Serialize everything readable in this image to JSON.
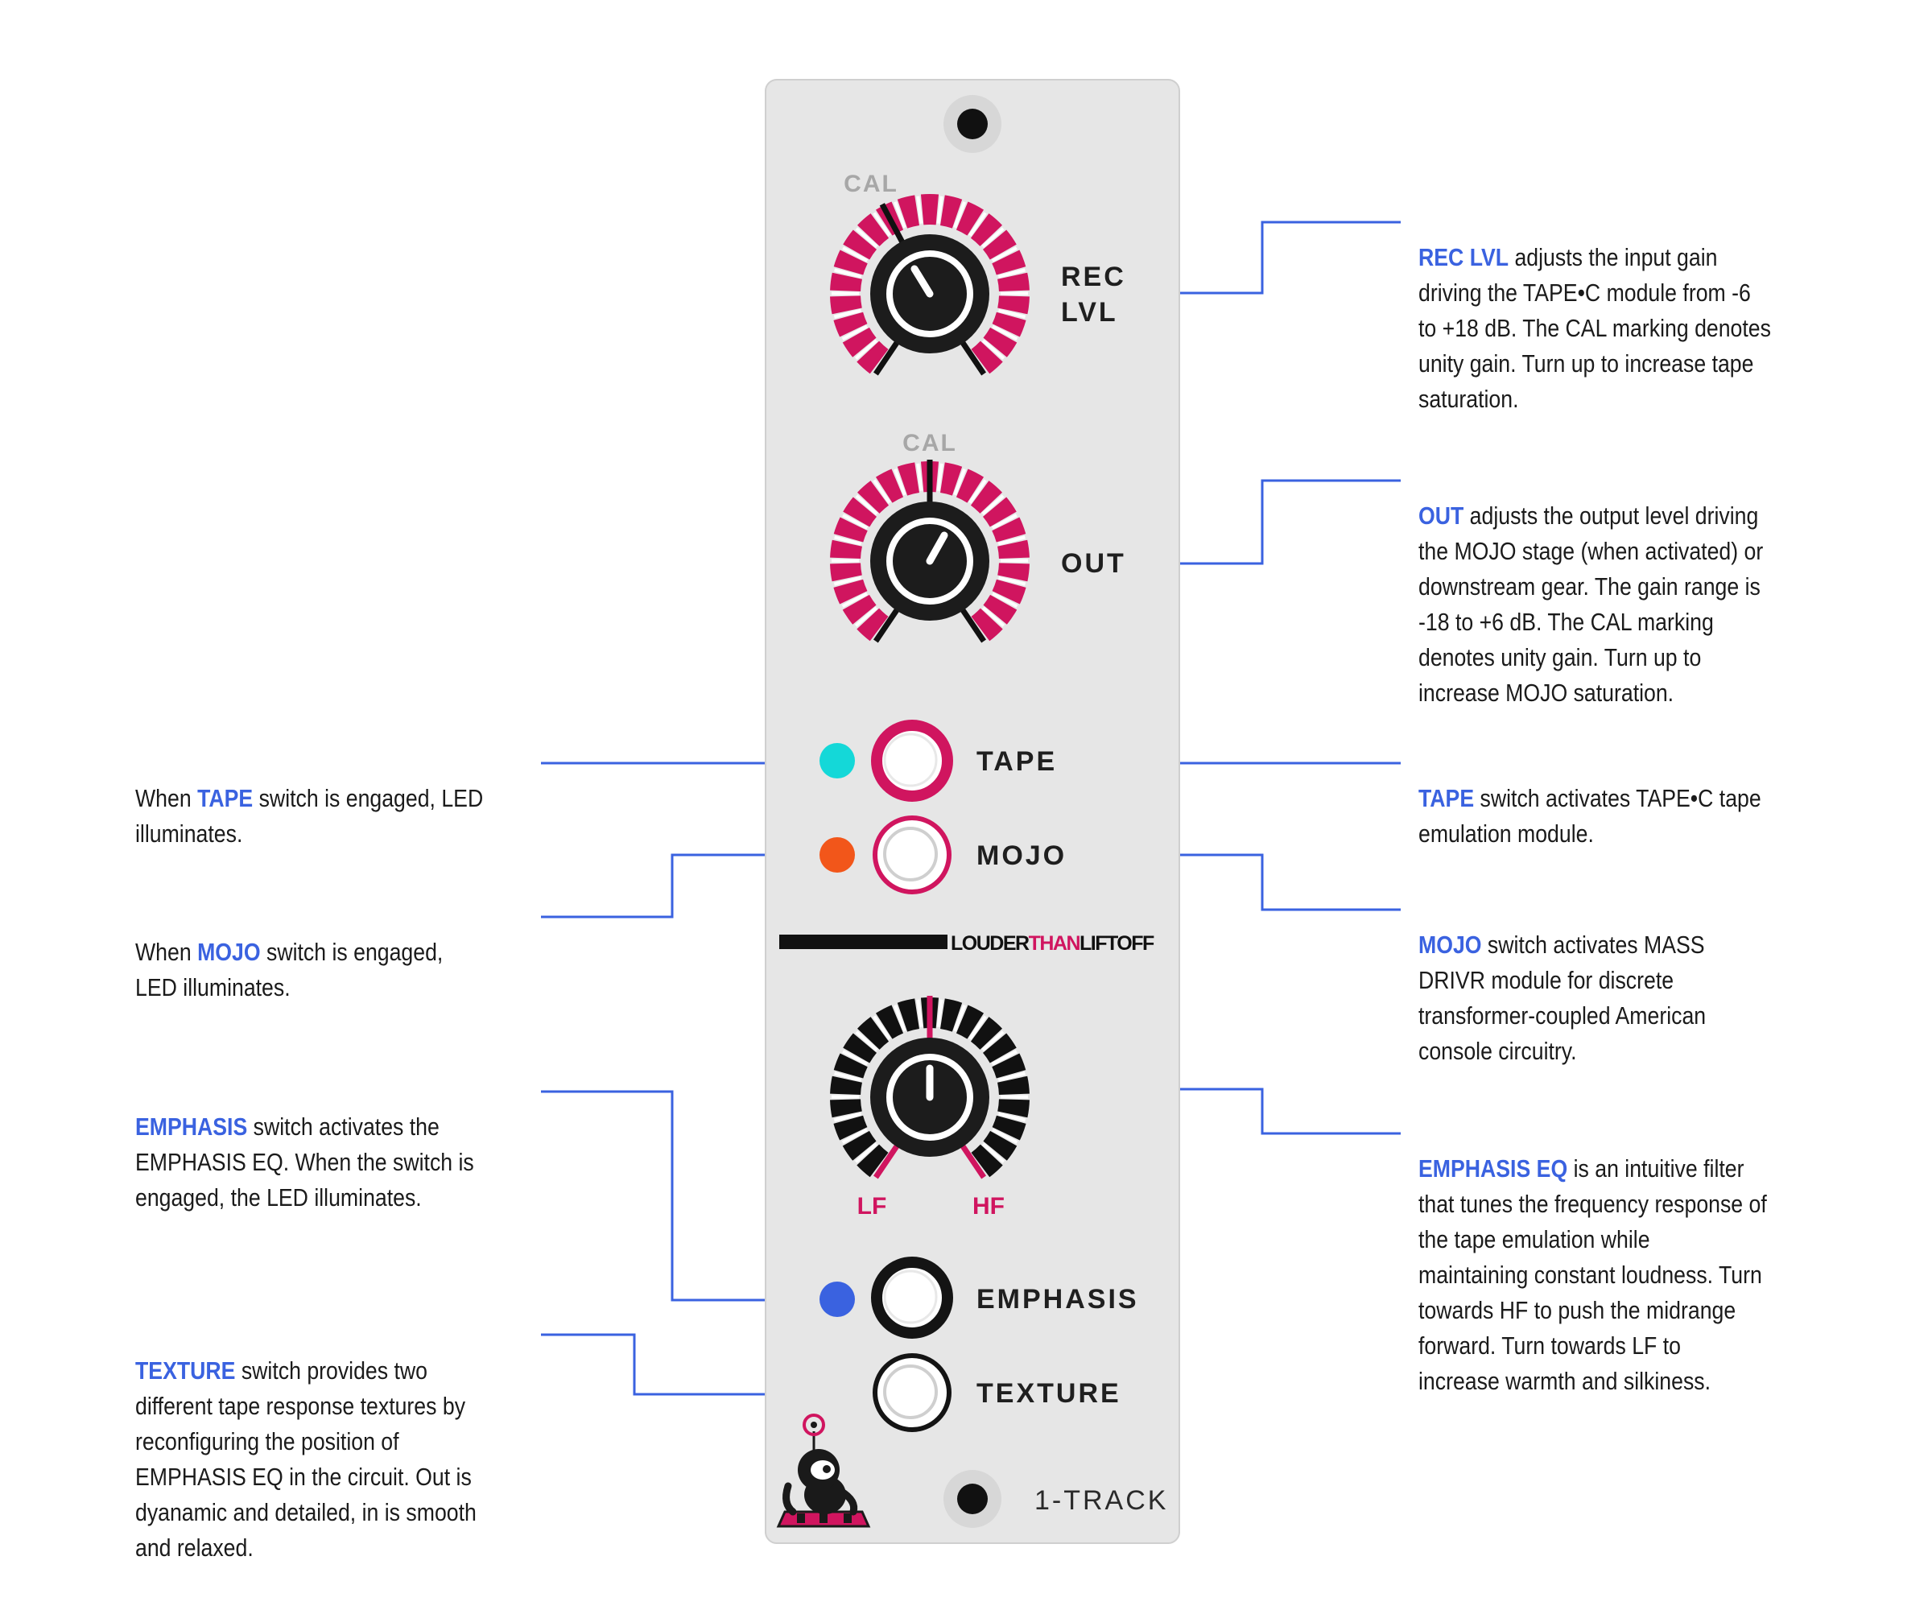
{
  "colors": {
    "accent_blue": "#3a62e0",
    "magenta": "#d0155f",
    "panel": "#e6e6e6",
    "knob": "#1c1c1c",
    "led_tape": "#14d8d8",
    "led_mojo": "#f2561a",
    "led_emphasis": "#3a62e0"
  },
  "panel": {
    "rec": {
      "cal": "CAL",
      "label1": "REC",
      "label2": "LVL"
    },
    "out": {
      "cal": "CAL",
      "label": "OUT"
    },
    "tape_label": "TAPE",
    "mojo_label": "MOJO",
    "brand": {
      "part1": "LOUDER",
      "part2": "THAN",
      "part3": "LIFTOFF"
    },
    "lf": "LF",
    "hf": "HF",
    "emphasis_label": "EMPHASIS",
    "texture_label": "TEXTURE",
    "model": "1-TRACK"
  },
  "annotations": {
    "rec_lvl": {
      "kw": "REC LVL",
      "text": " adjusts the input gain\ndriving the TAPE•C module from -6\nto +18 dB.  The CAL marking denotes\nunity gain.  Turn up to increase tape\nsaturation."
    },
    "out": {
      "kw": "OUT",
      "text": " adjusts the output level driving\nthe MOJO stage (when activated) or\ndownstream gear.  The gain range is\n-18 to +6 dB.  The CAL marking\ndenotes unity gain.  Turn up to\nincrease MOJO saturation."
    },
    "tape_right": {
      "kw": "TAPE",
      "text": " switch activates TAPE•C tape\nemulation module."
    },
    "mojo_right": {
      "kw": "MOJO",
      "text": " switch activates MASS\nDRIVR module for discrete\ntransformer-coupled American\nconsole circuitry."
    },
    "emph_eq": {
      "kw": "EMPHASIS EQ",
      "text": " is an intuitive filter\nthat tunes the frequency response of\nthe tape emulation while\nmaintaining constant loudness.  Turn\ntowards HF to push the midrange\nforward.  Turn towards LF to\nincrease warmth and silkiness."
    },
    "tape_left": {
      "pre": "When ",
      "kw": "TAPE",
      "text": " switch is engaged, LED\nilluminates."
    },
    "mojo_left": {
      "pre": "When ",
      "kw": "MOJO",
      "text": " switch is engaged,\nLED illuminates."
    },
    "emphasis_left": {
      "kw": "EMPHASIS",
      "text": " switch activates the\nEMPHASIS EQ. When the switch is\nengaged, the LED illuminates."
    },
    "texture_left": {
      "kw": "TEXTURE",
      "text": " switch provides two\ndifferent tape response textures by\nreconfiguring the position of\nEMPHASIS EQ in the circuit. Out is\ndyanamic and detailed, in is smooth\nand relaxed."
    }
  }
}
